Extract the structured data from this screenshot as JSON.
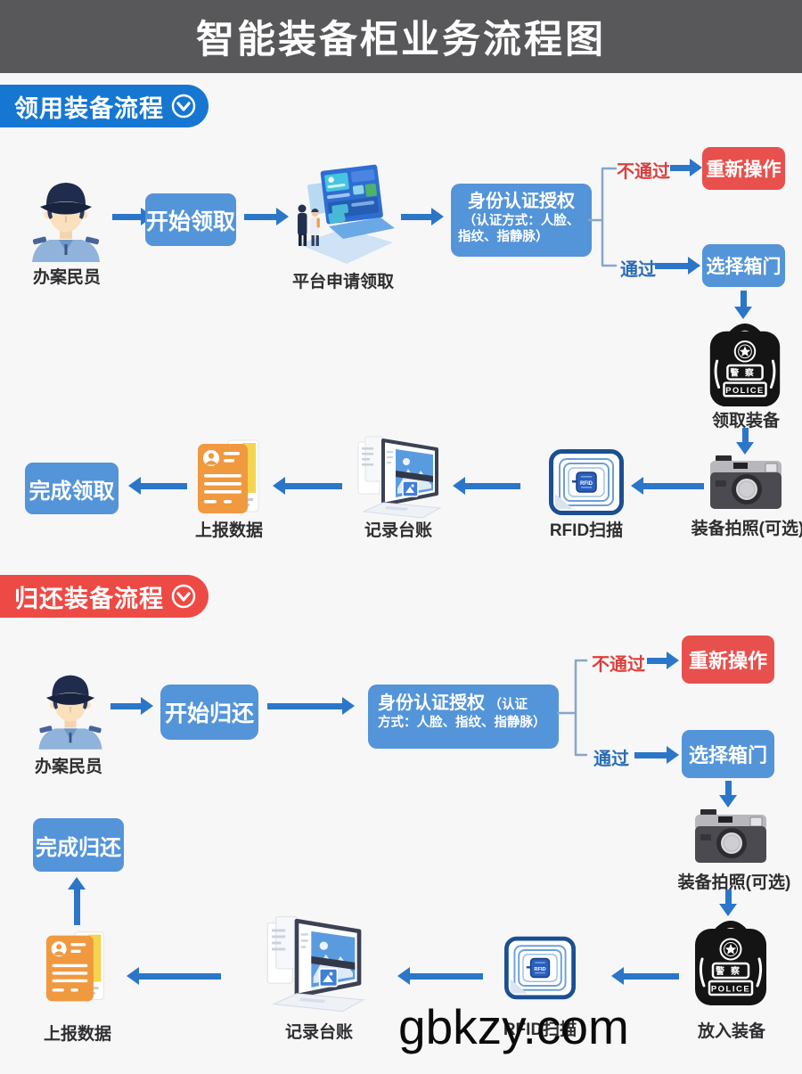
{
  "title": "智能装备柜业务流程图",
  "watermark": "gbkzy.com",
  "colors": {
    "header_bg": "#58585a",
    "badge_blue": "#1677d2",
    "badge_red": "#ee4a45",
    "box_blue": "#5494d9",
    "box_red": "#e8504e",
    "arrow_blue": "#2b76c9",
    "fail_text": "#d8413e",
    "pass_text": "#2a6cb5"
  },
  "backpack": {
    "cn": "警察",
    "en": "POLICE"
  },
  "rfid_chip_label": "RFID",
  "section1": {
    "badge": "领用装备流程",
    "actor": "办案民员",
    "start_button": "开始领取",
    "platform": "平台申请领取",
    "auth_title": "身份认证授权",
    "auth_sub1": "（认证方式：人脸、",
    "auth_sub2": "指纹、指静脉）",
    "fail_label": "不通过",
    "fail_action": "重新操作",
    "pass_label": "通过",
    "pass_action": "选择箱门",
    "take_equipment": "领取装备",
    "photo": "装备拍照(可选)",
    "rfid": "RFID扫描",
    "ledger": "记录台账",
    "report": "上报数据",
    "finish": "完成领取"
  },
  "section2": {
    "badge": "归还装备流程",
    "actor": "办案民员",
    "start_button": "开始归还",
    "auth_title": "身份认证授权",
    "auth_paren": "（认证",
    "auth_sub2": "方式：人脸、指纹、指静脉）",
    "fail_label": "不通过",
    "fail_action": "重新操作",
    "pass_label": "通过",
    "pass_action": "选择箱门",
    "photo": "装备拍照(可选)",
    "put_equipment": "放入装备",
    "rfid": "RFID扫描",
    "ledger": "记录台账",
    "report": "上报数据",
    "finish": "完成归还"
  }
}
